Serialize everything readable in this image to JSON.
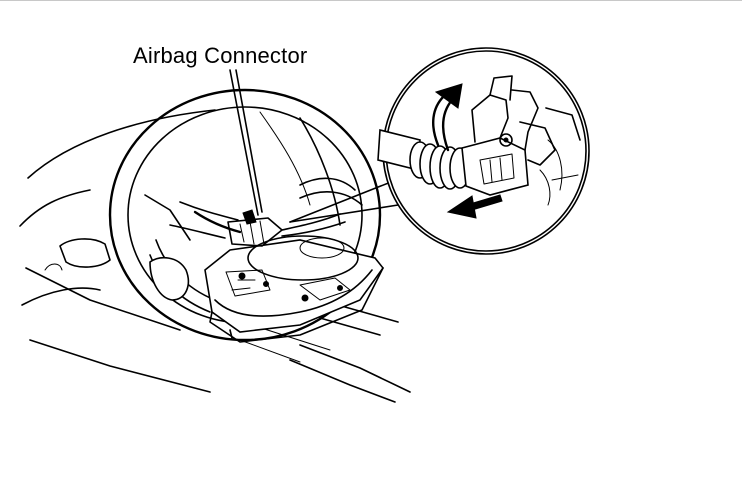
{
  "diagram": {
    "callout_label": "Airbag Connector",
    "line_color": "#000000",
    "background_color": "#ffffff",
    "icons": [
      "steering-wheel",
      "airbag-module",
      "connector-detail-magnifier",
      "lift-arrow",
      "pull-arrow"
    ]
  }
}
